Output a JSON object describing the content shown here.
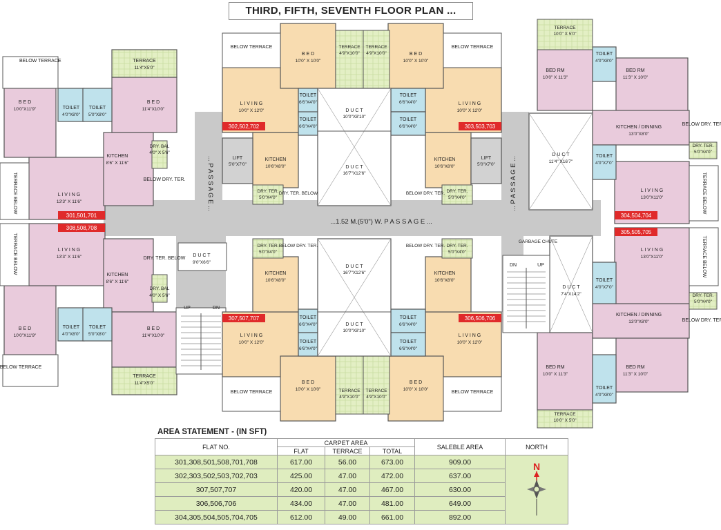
{
  "title": "THIRD, FIFTH, SEVENTH FLOOR PLAN ...",
  "passage": {
    "main": "...1.52 M.(5'0\") W. P A S S A G E ...",
    "left": "... P A S S A G E ...",
    "right": "... P A S S A G E ..."
  },
  "flat_tags": {
    "t301": "301,501,701",
    "t308": "308,508,708",
    "t302": "302,502,702",
    "t303": "303,503,703",
    "t304": "304,504,704",
    "t305": "305,505,705",
    "t307": "307,507,707",
    "t306": "306,506,706"
  },
  "rooms": {
    "bed": "B E D",
    "bed_rm": "BED RM",
    "toilet": "TOILET",
    "living": "L I V I N G",
    "kitchen": "KITCHEN",
    "kitchen_dinning": "KITCHEN / DINNING",
    "lift": "LIFT",
    "duct": "D U C T",
    "terrace": "TERRACE",
    "below_terrace": "BELOW TERRACE",
    "terrace_below": "TERRACE BELOW",
    "dry_ter": "DRY. TER.",
    "dry_bal": "DRY. BAL",
    "below_dry_ter": "BELOW DRY. TER.",
    "dry_ter_below": "DRY. TER. BELOW",
    "garbage_chute": "GARBAGE CHUTE",
    "up": "UP",
    "dn": "DN"
  },
  "dims": {
    "bed_left": "10'0\"X11'9\"",
    "bed_left2": "11'4\"X10'0\"",
    "toilet_4x8": "4'0\"X8'0\"",
    "toilet_5x8": "5'0\"X8'0\"",
    "toilet_6x4": "6'6\"X4'0\"",
    "toilet_4x7": "4'0\"X7'0\"",
    "terrace_11x5": "11'4\"X5'0\"",
    "terrace_4x10": "4'9\"X10'0\"",
    "terrace_10x5": "10'0\" X 5'0\"",
    "kitchen_left": "8'6\" X 11'6\"",
    "dry_bal": "4'0\" X 5'6\"",
    "living_left": "13'3\" X 11'6\"",
    "duct_small": "9'0\"X6'6\"",
    "bed_center": "10'0\" X 10'0\"",
    "living_center": "10'0\" X 12'0\"",
    "kitchen_center": "10'6\"X8'0\"",
    "lift": "5'0\"X7'0\"",
    "dry_ter": "5'0\"X4'0\"",
    "duct_top": "10'0\"X8'10\"",
    "duct_center": "16'7\"X12'6\"",
    "duct_right": "11'4\" X16'7\"",
    "duct_right2": "7'4\"X14'2\"",
    "bed_rm1": "10'0\" X 11'3\"",
    "bed_rm2": "11'3\" X 10'0\"",
    "kitchen_dinning": "13'0\"X8'0\"",
    "living_right": "13'0\"X11'0\""
  },
  "area_statement": {
    "title": "AREA STATEMENT - (IN SFT)",
    "headers": {
      "flat_no": "FLAT NO.",
      "carpet_area": "CARPET AREA",
      "flat": "FLAT",
      "terrace": "TERRACE",
      "total": "TOTAL",
      "saleble_area": "SALEBLE AREA",
      "north": "NORTH"
    },
    "rows": [
      {
        "flat_no": "301,308,501,508,701,708",
        "flat": "617.00",
        "terrace": "56.00",
        "total": "673.00",
        "saleble": "909.00"
      },
      {
        "flat_no": "302,303,502,503,702,703",
        "flat": "425.00",
        "terrace": "47.00",
        "total": "472.00",
        "saleble": "637.00"
      },
      {
        "flat_no": "307,507,707",
        "flat": "420.00",
        "terrace": "47.00",
        "total": "467.00",
        "saleble": "630.00"
      },
      {
        "flat_no": "306,506,706",
        "flat": "434.00",
        "terrace": "47.00",
        "total": "481.00",
        "saleble": "649.00"
      },
      {
        "flat_no": "304,305,504,505,704,705",
        "flat": "612.00",
        "terrace": "49.00",
        "total": "661.00",
        "saleble": "892.00"
      }
    ],
    "north_letter": "N"
  },
  "colors": {
    "pink": "#e9cbdc",
    "peach": "#f8dcb0",
    "toilet": "#bfe2ec",
    "terrace": "#e3efc4",
    "passage": "#c9c9c9",
    "tag": "#e02a2a",
    "table": "#dfedbf"
  }
}
